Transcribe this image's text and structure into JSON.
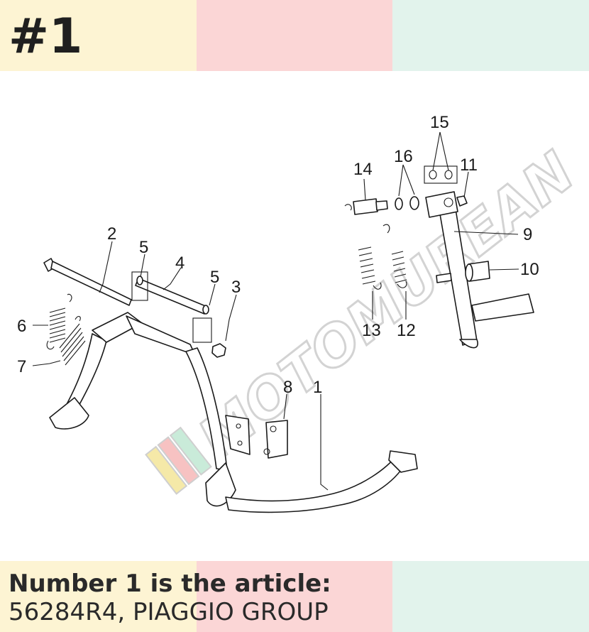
{
  "header": {
    "number_tag": "#1",
    "band_colors": [
      "#fdf4d3",
      "#fbd6d6",
      "#e2f3ec"
    ]
  },
  "diagram": {
    "callouts": [
      "1",
      "2",
      "3",
      "4",
      "5",
      "5",
      "6",
      "7",
      "8",
      "9",
      "10",
      "11",
      "12",
      "13",
      "14",
      "15",
      "16"
    ],
    "watermark": {
      "text": "MOTOMUREAN",
      "stripe_colors": [
        "#f5e9a8",
        "#f7c2c2",
        "#c9ebd9"
      ]
    }
  },
  "caption": {
    "line1": "Number 1 is the article:",
    "line2": "56284R4, PIAGGIO GROUP"
  }
}
